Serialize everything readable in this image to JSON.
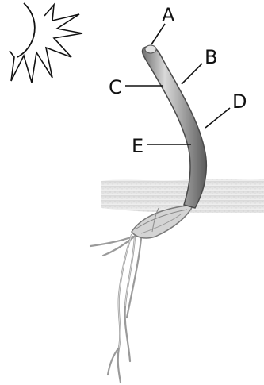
{
  "labels": {
    "a": "A",
    "b": "B",
    "c": "C",
    "d": "D",
    "e": "E"
  },
  "icons": {
    "sun": "sun-icon"
  }
}
